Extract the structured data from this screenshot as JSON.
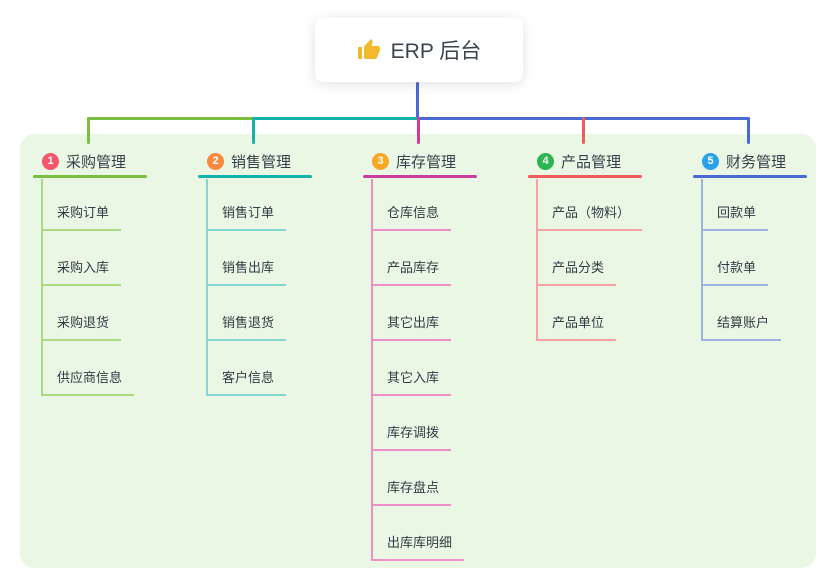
{
  "root": {
    "label": "ERP 后台",
    "icon": "thumbs-up-icon",
    "icon_color": "#f2b92c",
    "connector_color": "#4e68d8"
  },
  "panel": {
    "background_color": "#ebf7e5"
  },
  "branches": [
    {
      "number": "1",
      "title": "采购管理",
      "badge_color": "#f8566c",
      "line_color": "#7cbe3f",
      "sub_line_color": "#abd982",
      "children": [
        "采购订单",
        "采购入库",
        "采购退货",
        "供应商信息"
      ]
    },
    {
      "number": "2",
      "title": "销售管理",
      "badge_color": "#f8893f",
      "line_color": "#14b3a9",
      "sub_line_color": "#84d6d0",
      "children": [
        "销售订单",
        "销售出库",
        "销售退货",
        "客户信息"
      ]
    },
    {
      "number": "3",
      "title": "库存管理",
      "badge_color": "#f7a823",
      "line_color": "#cb3d9c",
      "sub_line_color": "#ef8fc6",
      "children": [
        "仓库信息",
        "产品库存",
        "其它出库",
        "其它入库",
        "库存调拨",
        "库存盘点",
        "出库库明细"
      ]
    },
    {
      "number": "4",
      "title": "产品管理",
      "badge_color": "#2cb553",
      "line_color": "#f15b5b",
      "sub_line_color": "#f7a3a3",
      "children": [
        "产品（物料）",
        "产品分类",
        "产品单位"
      ]
    },
    {
      "number": "5",
      "title": "财务管理",
      "badge_color": "#2aa2e9",
      "line_color": "#4b69d2",
      "sub_line_color": "#9fb2e4",
      "children": [
        "回款单",
        "付款单",
        "结算账户"
      ]
    }
  ]
}
